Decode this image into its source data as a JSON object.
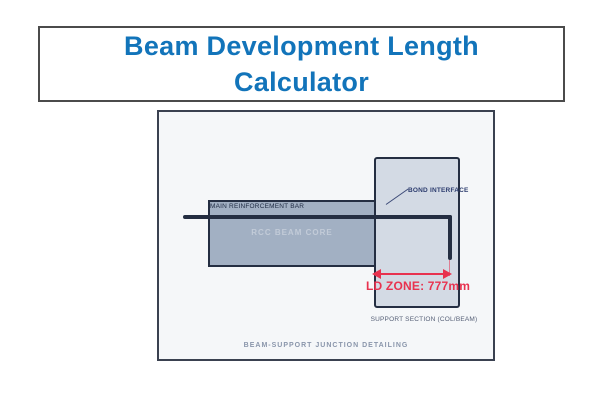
{
  "window": {
    "title_line1": "Beam Development Length",
    "title_line2": "Calculator"
  },
  "diagram": {
    "beam_label": "MAIN REINFORCEMENT BAR",
    "beam_core_label": "RCC BEAM CORE",
    "bond_interface_label": "BOND INTERFACE",
    "ld_zone_label": "LD ZONE: 777mm",
    "ld_value_mm": 777,
    "support_label": "SUPPORT SECTION (COL/BEAM)",
    "caption": "BEAM-SUPPORT JUNCTION DETAILING",
    "colors": {
      "title_blue": "#1274ba",
      "outline_navy": "#242e42",
      "beam_fill": "#a2b0c3",
      "column_fill": "#d3dae4",
      "panel_bg": "#f5f7f9",
      "accent_red": "#e8324f",
      "muted_slate": "#8a96ab"
    }
  }
}
